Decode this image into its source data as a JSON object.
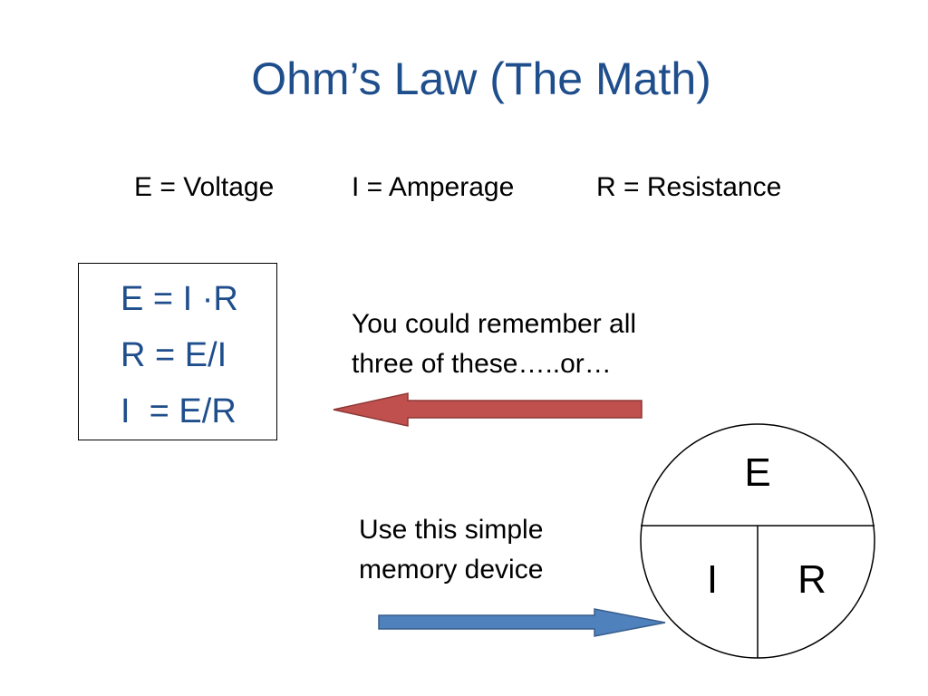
{
  "title": "Ohm’s Law (The Math)",
  "definitions": {
    "e": "E = Voltage",
    "i": "I = Amperage",
    "r": "R = Resistance"
  },
  "formulas": [
    "E = I ·R",
    "R = E/I",
    "I  = E/R"
  ],
  "notes": {
    "remember_line1": "You could remember all",
    "remember_line2": "three of these…..or…",
    "device_line1": "Use this simple",
    "device_line2": "memory device"
  },
  "circle": {
    "top": "E",
    "bottom_left": "I",
    "bottom_right": "R"
  },
  "colors": {
    "title": "#1f4e8c",
    "formula_text": "#1f4e8c",
    "red_arrow_fill": "#c0504d",
    "red_arrow_stroke": "#8c3836",
    "blue_arrow_fill": "#4f81bd",
    "blue_arrow_stroke": "#385d8a"
  }
}
